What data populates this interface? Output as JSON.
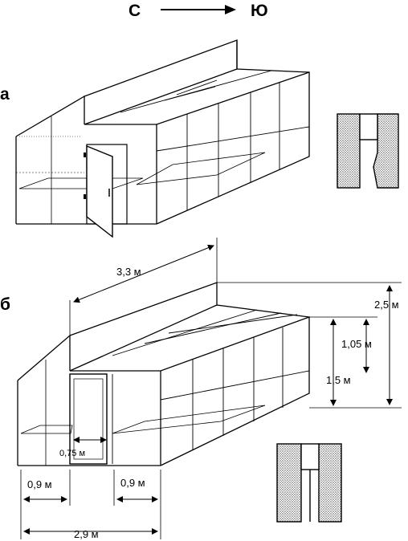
{
  "compass": {
    "from": "С",
    "to": "Ю"
  },
  "panel_a": {
    "label": "а"
  },
  "panel_b": {
    "label": "б",
    "dims": {
      "length": "3,3 м",
      "total_height": "2,5 м",
      "roof_rise": "1,05 м",
      "wall_height": "1,5 м",
      "door_width": "0,75 м",
      "bed_left": "0,9 м",
      "bed_right": "0,9 м",
      "total_width": "2,9 м"
    }
  }
}
